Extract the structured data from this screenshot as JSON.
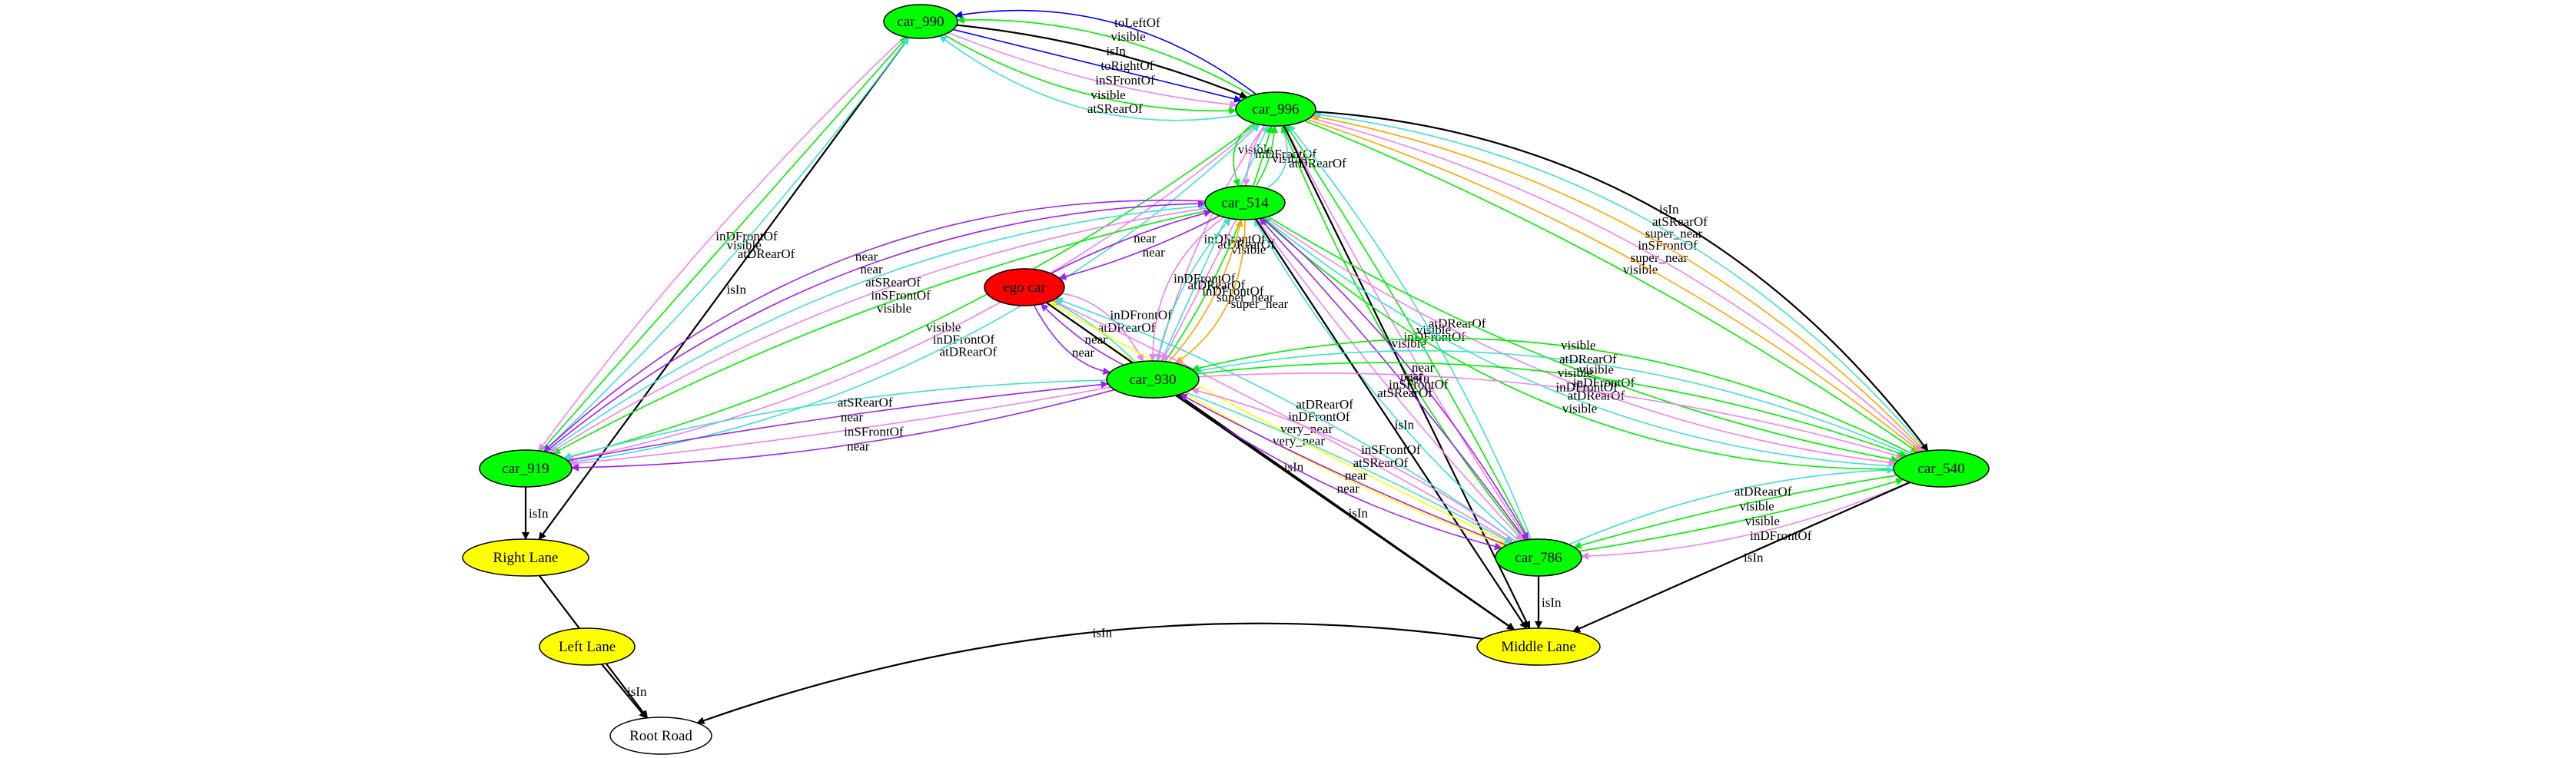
{
  "colors": {
    "car": "#00ff00",
    "ego": "#ff0000",
    "lane": "#ffff00",
    "road": "#ffffff",
    "near": "#a020f0",
    "visible": "#00ee00",
    "inDFrontOf": "#ee82ee",
    "inSFrontOf": "#ee82ee",
    "atDRearOf": "#40e0d0",
    "atSRearOf": "#40e0d0",
    "super_near": "#ffa500",
    "very_near": "#ffff00",
    "isIn": "#000000",
    "toLeftOf": "#0000ff",
    "toRightOf": "#0000ff"
  },
  "nodes": {
    "car_990": "car_990",
    "car_996": "car_996",
    "car_514": "car_514",
    "ego_car": "ego car",
    "car_930": "car_930",
    "car_919": "car_919",
    "car_540": "car_540",
    "car_786": "car_786",
    "right_lane": "Right Lane",
    "left_lane": "Left Lane",
    "middle_lane": "Middle Lane",
    "root_road": "Root Road"
  },
  "edges": [
    {
      "from": "car_996",
      "to": "car_990",
      "label": "toLeftOf"
    },
    {
      "from": "car_996",
      "to": "car_990",
      "label": "visible"
    },
    {
      "from": "car_990",
      "to": "car_996",
      "label": "isIn"
    },
    {
      "from": "car_990",
      "to": "car_996",
      "label": "toRightOf"
    },
    {
      "from": "car_990",
      "to": "car_996",
      "label": "inSFrontOf"
    },
    {
      "from": "car_990",
      "to": "car_996",
      "label": "visible"
    },
    {
      "from": "car_996",
      "to": "car_990",
      "label": "atSRearOf"
    },
    {
      "from": "car_990",
      "to": "right_lane",
      "label": "isIn"
    },
    {
      "from": "car_990",
      "to": "car_919",
      "label": "inDFrontOf"
    },
    {
      "from": "car_919",
      "to": "car_990",
      "label": "visible"
    },
    {
      "from": "car_919",
      "to": "car_990",
      "label": "atDRearOf"
    },
    {
      "from": "car_996",
      "to": "car_919",
      "label": "visible"
    },
    {
      "from": "car_996",
      "to": "car_919",
      "label": "inDFrontOf"
    },
    {
      "from": "car_919",
      "to": "car_996",
      "label": "atDRearOf"
    },
    {
      "from": "car_996",
      "to": "car_514",
      "label": "visible"
    },
    {
      "from": "car_996",
      "to": "car_514",
      "label": "inDFrontOf"
    },
    {
      "from": "car_514",
      "to": "car_996",
      "label": "visible"
    },
    {
      "from": "car_514",
      "to": "car_996",
      "label": "atDRearOf"
    },
    {
      "from": "car_996",
      "to": "car_930",
      "label": "inDFrontOf"
    },
    {
      "from": "car_930",
      "to": "car_996",
      "label": "atDRearOf"
    },
    {
      "from": "car_930",
      "to": "car_996",
      "label": "visible"
    },
    {
      "from": "car_996",
      "to": "car_540",
      "label": "visible"
    },
    {
      "from": "car_996",
      "to": "car_540",
      "label": "super_near"
    },
    {
      "from": "car_996",
      "to": "car_540",
      "label": "inSFrontOf"
    },
    {
      "from": "car_540",
      "to": "car_996",
      "label": "super_near"
    },
    {
      "from": "car_540",
      "to": "car_996",
      "label": "atSRearOf"
    },
    {
      "from": "car_996",
      "to": "car_540",
      "label": "isIn"
    },
    {
      "from": "car_786",
      "to": "car_996",
      "label": "visible"
    },
    {
      "from": "car_996",
      "to": "car_786",
      "label": "inDFrontOf"
    },
    {
      "from": "car_786",
      "to": "car_996",
      "label": "visible"
    },
    {
      "from": "car_786",
      "to": "car_996",
      "label": "atDRearOf"
    },
    {
      "from": "car_996",
      "to": "middle_lane",
      "label": "isIn"
    },
    {
      "from": "car_514",
      "to": "car_919",
      "label": "visible"
    },
    {
      "from": "car_514",
      "to": "car_919",
      "label": "inSFrontOf"
    },
    {
      "from": "car_919",
      "to": "car_514",
      "label": "atSRearOf"
    },
    {
      "from": "car_919",
      "to": "car_514",
      "label": "near"
    },
    {
      "from": "car_514",
      "to": "car_919",
      "label": "near"
    },
    {
      "from": "car_514",
      "to": "ego_car",
      "label": "near"
    },
    {
      "from": "ego_car",
      "to": "car_514",
      "label": "near"
    },
    {
      "from": "car_514",
      "to": "car_930",
      "label": "super_near"
    },
    {
      "from": "car_930",
      "to": "car_514",
      "label": "super_near"
    },
    {
      "from": "car_514",
      "to": "car_930",
      "label": "inDFrontOf"
    },
    {
      "from": "car_930",
      "to": "car_514",
      "label": "atDRearOf"
    },
    {
      "from": "car_514",
      "to": "car_540",
      "label": "visible"
    },
    {
      "from": "car_514",
      "to": "car_540",
      "label": "inDFrontOf"
    },
    {
      "from": "car_540",
      "to": "car_514",
      "label": "atDRearOf"
    },
    {
      "from": "car_540",
      "to": "car_514",
      "label": "visible"
    },
    {
      "from": "car_514",
      "to": "car_786",
      "label": "near"
    },
    {
      "from": "car_786",
      "to": "car_514",
      "label": "near"
    },
    {
      "from": "car_514",
      "to": "car_786",
      "label": "inSFrontOf"
    },
    {
      "from": "car_786",
      "to": "car_514",
      "label": "atSRearOf"
    },
    {
      "from": "car_514",
      "to": "middle_lane",
      "label": "isIn"
    },
    {
      "from": "car_514",
      "to": "car_930",
      "label": "inDFrontOf"
    },
    {
      "from": "ego_car",
      "to": "car_930",
      "label": "near"
    },
    {
      "from": "car_930",
      "to": "ego_car",
      "label": "near"
    },
    {
      "from": "car_930",
      "to": "ego_car",
      "label": "atDRearOf"
    },
    {
      "from": "ego_car",
      "to": "car_930",
      "label": "inDFrontOf"
    },
    {
      "from": "ego_car",
      "to": "car_786",
      "label": "very_near"
    },
    {
      "from": "car_786",
      "to": "ego_car",
      "label": "very_near"
    },
    {
      "from": "ego_car",
      "to": "car_786",
      "label": "inDFrontOf"
    },
    {
      "from": "car_786",
      "to": "ego_car",
      "label": "atDRearOf"
    },
    {
      "from": "ego_car",
      "to": "middle_lane",
      "label": "isIn"
    },
    {
      "from": "car_930",
      "to": "car_919",
      "label": "atSRearOf"
    },
    {
      "from": "car_919",
      "to": "car_930",
      "label": "near"
    },
    {
      "from": "car_930",
      "to": "car_919",
      "label": "inSFrontOf"
    },
    {
      "from": "car_930",
      "to": "car_919",
      "label": "near"
    },
    {
      "from": "car_930",
      "to": "car_540",
      "label": "inDFrontOf"
    },
    {
      "from": "car_930",
      "to": "car_540",
      "label": "visible"
    },
    {
      "from": "car_540",
      "to": "car_930",
      "label": "atDRearOf"
    },
    {
      "from": "car_540",
      "to": "car_930",
      "label": "visible"
    },
    {
      "from": "car_930",
      "to": "car_786",
      "label": "near"
    },
    {
      "from": "car_786",
      "to": "car_930",
      "label": "near"
    },
    {
      "from": "car_930",
      "to": "car_786",
      "label": "atSRearOf"
    },
    {
      "from": "car_786",
      "to": "car_930",
      "label": "inSFrontOf"
    },
    {
      "from": "car_930",
      "to": "middle_lane",
      "label": "isIn"
    },
    {
      "from": "car_919",
      "to": "right_lane",
      "label": "isIn"
    },
    {
      "from": "car_540",
      "to": "car_786",
      "label": "inDFrontOf"
    },
    {
      "from": "car_786",
      "to": "car_540",
      "label": "visible"
    },
    {
      "from": "car_540",
      "to": "car_786",
      "label": "visible"
    },
    {
      "from": "car_786",
      "to": "car_540",
      "label": "atDRearOf"
    },
    {
      "from": "car_540",
      "to": "middle_lane",
      "label": "isIn"
    },
    {
      "from": "car_786",
      "to": "middle_lane",
      "label": "isIn"
    },
    {
      "from": "right_lane",
      "to": "root_road",
      "label": "isIn"
    },
    {
      "from": "left_lane",
      "to": "root_road",
      "label": "isIn"
    },
    {
      "from": "middle_lane",
      "to": "root_road",
      "label": "isIn"
    }
  ]
}
